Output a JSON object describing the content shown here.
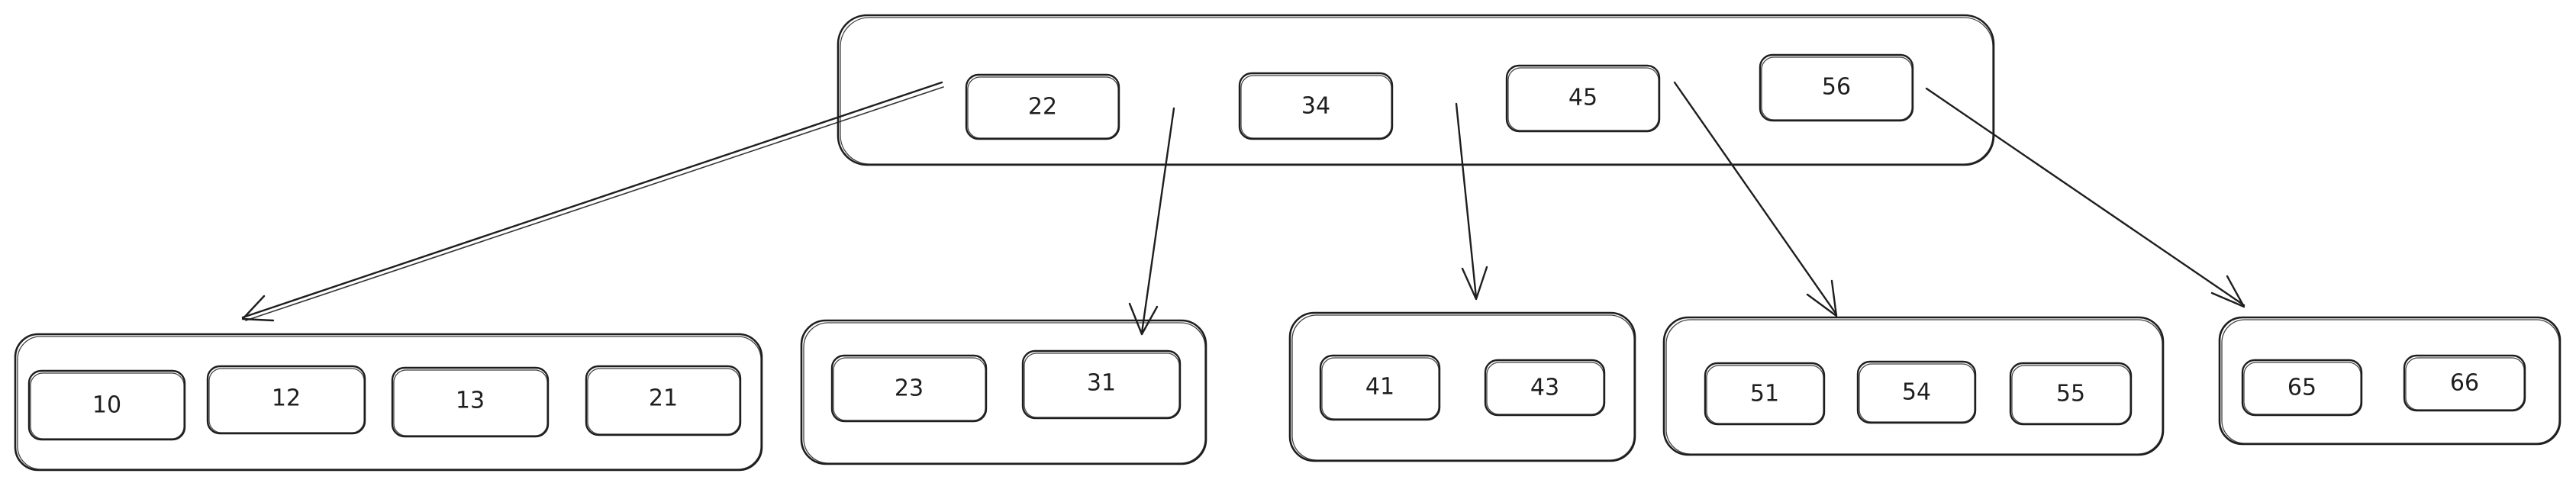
{
  "diagram": {
    "root": {
      "keys": [
        "22",
        "34",
        "45",
        "56"
      ]
    },
    "children": [
      {
        "keys": [
          "10",
          "12",
          "13",
          "21"
        ]
      },
      {
        "keys": [
          "23",
          "31"
        ]
      },
      {
        "keys": [
          "41",
          "43"
        ]
      },
      {
        "keys": [
          "51",
          "54",
          "55"
        ]
      },
      {
        "keys": [
          "65",
          "66"
        ]
      }
    ],
    "stroke_color": "#1e1e1e",
    "background": "#ffffff"
  }
}
